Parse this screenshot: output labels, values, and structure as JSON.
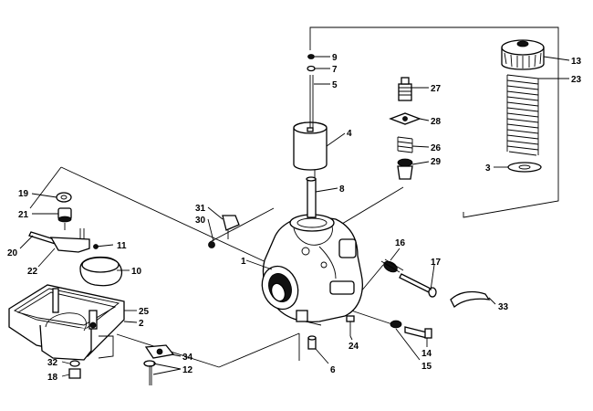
{
  "colors": {
    "ink": "#000000",
    "paper": "#ffffff"
  },
  "callouts": [
    {
      "id": "9",
      "text": "9",
      "part": "needle-clip"
    },
    {
      "id": "7",
      "text": "7",
      "part": "needle-washer"
    },
    {
      "id": "5",
      "text": "5",
      "part": "jet-needle"
    },
    {
      "id": "4",
      "text": "4",
      "part": "throttle-valve"
    },
    {
      "id": "8",
      "text": "8",
      "part": "needle-jet"
    },
    {
      "id": "27",
      "text": "27",
      "part": "pilot-air-screw"
    },
    {
      "id": "28",
      "text": "28",
      "part": "screw-plate"
    },
    {
      "id": "26",
      "text": "26",
      "part": "starter-spring"
    },
    {
      "id": "29",
      "text": "29",
      "part": "starter-plunger"
    },
    {
      "id": "13",
      "text": "13",
      "part": "mixing-chamber-top"
    },
    {
      "id": "23",
      "text": "23",
      "part": "throttle-spring"
    },
    {
      "id": "3",
      "text": "3",
      "part": "spring-seat"
    },
    {
      "id": "19",
      "text": "19",
      "part": "float-valve-washer"
    },
    {
      "id": "21",
      "text": "21",
      "part": "float-valve-seat"
    },
    {
      "id": "20",
      "text": "20",
      "part": "float-arm-pin"
    },
    {
      "id": "22",
      "text": "22",
      "part": "float-arm"
    },
    {
      "id": "11",
      "text": "11",
      "part": "float-needle"
    },
    {
      "id": "10",
      "text": "10",
      "part": "float"
    },
    {
      "id": "31",
      "text": "31",
      "part": "cable-bracket"
    },
    {
      "id": "30",
      "text": "30",
      "part": "bracket-screw"
    },
    {
      "id": "1",
      "text": "1",
      "part": "carburetor-body"
    },
    {
      "id": "16",
      "text": "16",
      "part": "idle-spring"
    },
    {
      "id": "17",
      "text": "17",
      "part": "idle-adjust-screw"
    },
    {
      "id": "33",
      "text": "33",
      "part": "vent-tube"
    },
    {
      "id": "25",
      "text": "25",
      "part": "float-bowl-gasket"
    },
    {
      "id": "2",
      "text": "2",
      "part": "float-bowl"
    },
    {
      "id": "24",
      "text": "24",
      "part": "drain-screw"
    },
    {
      "id": "14",
      "text": "14",
      "part": "pilot-screw"
    },
    {
      "id": "15",
      "text": "15",
      "part": "pilot-screw-spring"
    },
    {
      "id": "6",
      "text": "6",
      "part": "main-jet"
    },
    {
      "id": "34",
      "text": "34",
      "part": "bowl-bracket"
    },
    {
      "id": "12",
      "text": "12",
      "part": "bowl-screw"
    },
    {
      "id": "32",
      "text": "32",
      "part": "drain-plug-washer"
    },
    {
      "id": "18",
      "text": "18",
      "part": "drain-plug"
    }
  ]
}
